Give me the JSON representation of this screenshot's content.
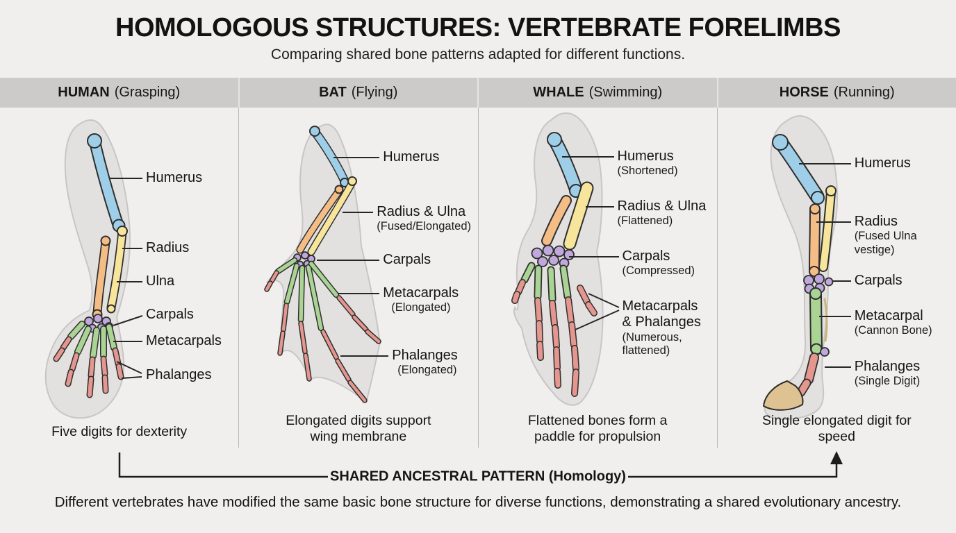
{
  "header": {
    "title": "HOMOLOGOUS STRUCTURES: VERTEBRATE FORELIMBS",
    "subtitle": "Comparing shared bone patterns adapted for different functions."
  },
  "columns": [
    {
      "name": "HUMAN",
      "function": "(Grasping)",
      "caption": "Five digits for dexterity",
      "labels": [
        {
          "text": "Humerus"
        },
        {
          "text": "Radius"
        },
        {
          "text": "Ulna"
        },
        {
          "text": "Carpals"
        },
        {
          "text": "Metacarpals"
        },
        {
          "text": "Phalanges"
        }
      ]
    },
    {
      "name": "BAT",
      "function": "(Flying)",
      "caption": "Elongated digits support wing membrane",
      "labels": [
        {
          "text": "Humerus"
        },
        {
          "text": "Radius & Ulna",
          "sub": "(Fused/Elongated)"
        },
        {
          "text": "Carpals"
        },
        {
          "text": "Metacarpals",
          "sub": "(Elongated)"
        },
        {
          "text": "Phalanges",
          "sub": "(Elongated)"
        }
      ]
    },
    {
      "name": "WHALE",
      "function": "(Swimming)",
      "caption": "Flattened bones form a paddle for propulsion",
      "labels": [
        {
          "text": "Humerus",
          "sub": "(Shortened)"
        },
        {
          "text": "Radius & Ulna",
          "sub": "(Flattened)"
        },
        {
          "text": "Carpals",
          "sub": "(Compressed)"
        },
        {
          "text": "Metacarpals",
          "text2": "& Phalanges",
          "sub": "(Numerous,",
          "sub2": "flattened)"
        }
      ]
    },
    {
      "name": "HORSE",
      "function": "(Running)",
      "caption": "Single elongated digit for speed",
      "labels": [
        {
          "text": "Humerus"
        },
        {
          "text": "Radius",
          "sub": "(Fused Ulna",
          "sub2": "vestige)"
        },
        {
          "text": "Carpals"
        },
        {
          "text": "Metacarpal",
          "sub": "(Cannon Bone)"
        },
        {
          "text": "Phalanges",
          "sub": "(Single Digit)"
        }
      ]
    }
  ],
  "bracket": {
    "label": "SHARED ANCESTRAL PATTERN (Homology)"
  },
  "footer": {
    "text": "Different vertebrates have modified the same basic bone structure for diverse functions, demonstrating a shared evolutionary ancestry."
  },
  "palette": {
    "bg": "#f0efed",
    "band": "#cccbc9",
    "divider": "#b7b6b4",
    "outline": "#2e2e2e",
    "leader": "#262626",
    "humerus": "#9fcfe8",
    "radius": "#f4bd85",
    "ulna": "#f7e59c",
    "carpals": "#c0a8dc",
    "metacarpals": "#a9d494",
    "phalanges": "#e4968f",
    "hoof": "#dfc291",
    "silhouette": "#e2e1df",
    "silStroke": "#c7c6c4"
  }
}
